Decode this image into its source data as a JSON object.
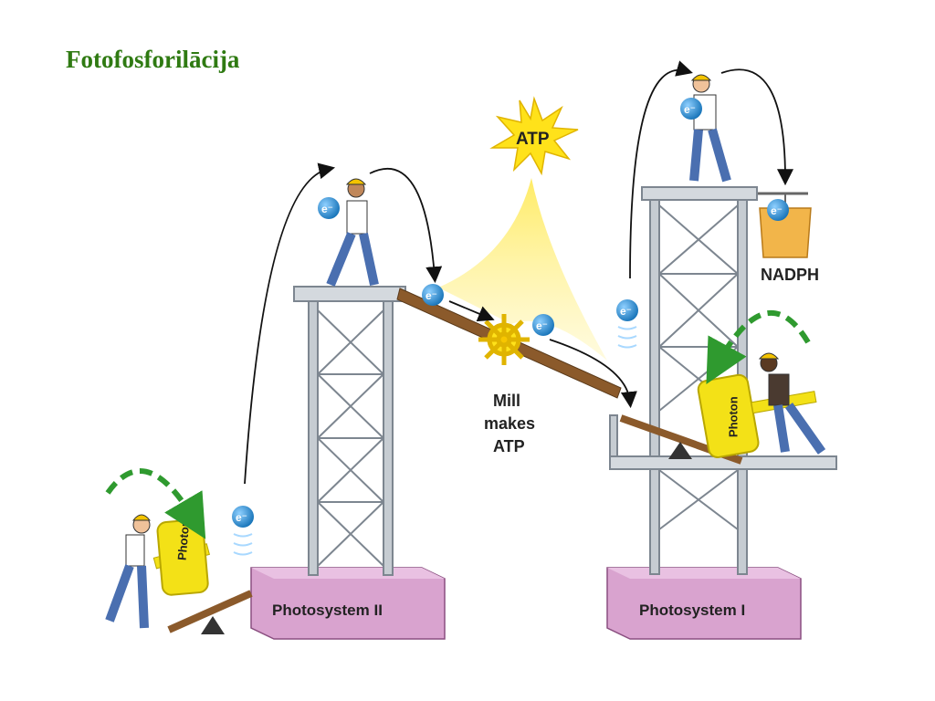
{
  "slide": {
    "title": "Fotofosforilācija"
  },
  "diagram": {
    "atp_burst": "ATP",
    "mill_label": [
      "Mill",
      "makes",
      "ATP"
    ],
    "nadph_label": "NADPH",
    "photosystem_2": "Photosystem II",
    "photosystem_1": "Photosystem I",
    "hammer_label": "Photon",
    "electron_label": "e⁻",
    "colors": {
      "title": "#2f7a12",
      "base": "#d9a3cf",
      "tower": "#c6ccd2",
      "electron": "#1e8fd2",
      "dashed_arrow": "#2f9a2f",
      "hammer": "#f3e117",
      "ramp": "#8b5a2b",
      "atp_glow": "#ffe84a"
    }
  }
}
